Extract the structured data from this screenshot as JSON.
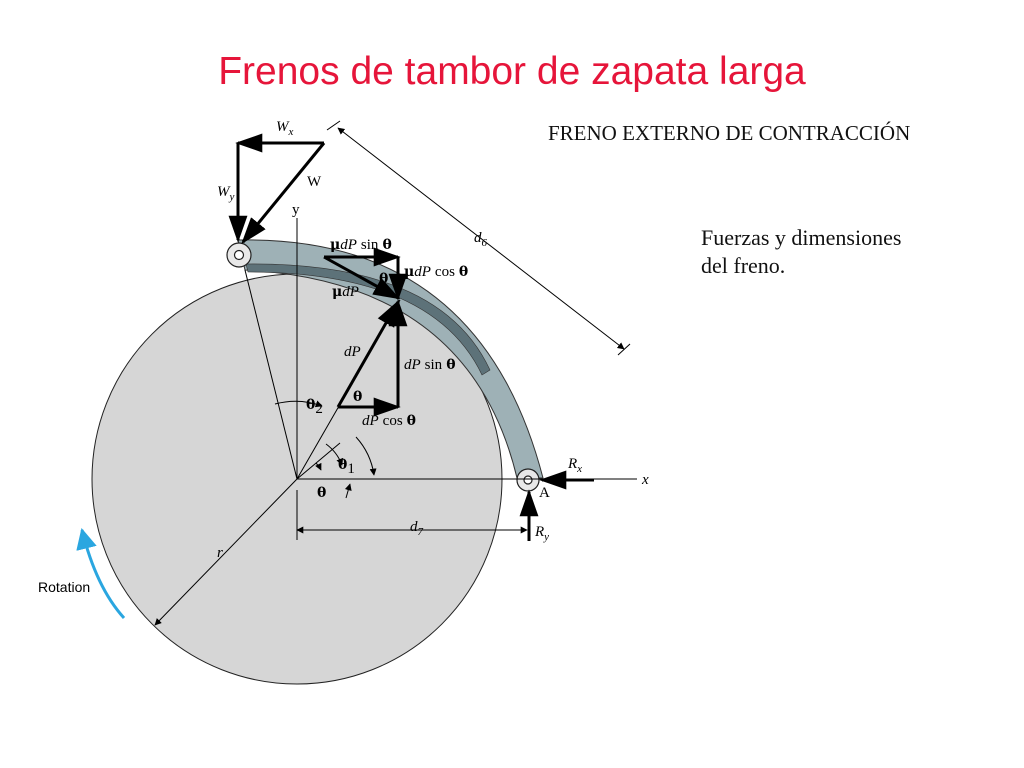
{
  "title": "Frenos de tambor de zapata larga",
  "subtitle": "FRENO EXTERNO DE CONTRACCIÓN",
  "caption": {
    "line1": "Fuerzas y dimensiones",
    "line2": "del freno."
  },
  "diagram": {
    "labels": {
      "wx": "W",
      "wx_sub": "x",
      "wy": "W",
      "wy_sub": "y",
      "w": "W",
      "y_axis": "y",
      "x_axis": "x",
      "d6": "d",
      "d6_sub": "6",
      "d7": "d",
      "d7_sub": "7",
      "mu_dp_sin_mu": "μ",
      "mu_dp_sin_dp": "dP",
      "mu_dp_sin_fn": "sin",
      "mu_dp_sin_theta": "θ",
      "mu_dp_cos_mu": "μ",
      "mu_dp_cos_dp": "dP",
      "mu_dp_cos_fn": "cos",
      "mu_dp_cos_theta": "θ",
      "mu_dp_mu": "μ",
      "mu_dp_dp": "dP",
      "theta_small": "θ",
      "dp": "dP",
      "dp_sin_dp": "dP",
      "dp_sin_fn": "sin",
      "dp_sin_theta": "θ",
      "dp_cos_dp": "dP",
      "dp_cos_fn": "cos",
      "dp_cos_theta": "θ",
      "theta_tri": "θ",
      "theta2": "θ",
      "theta2_sub": "2",
      "theta1": "θ",
      "theta1_sub": "1",
      "theta": "θ",
      "r": "r",
      "rx": "R",
      "rx_sub": "x",
      "ry": "R",
      "ry_sub": "y",
      "a": "A",
      "rotation": "Rotation"
    },
    "colors": {
      "drum": "#d6d6d6",
      "shoe": "#9eb1b6",
      "lining": "#5d7279",
      "rotation_arrow": "#2aa6e0",
      "title": "#e6153a"
    }
  }
}
